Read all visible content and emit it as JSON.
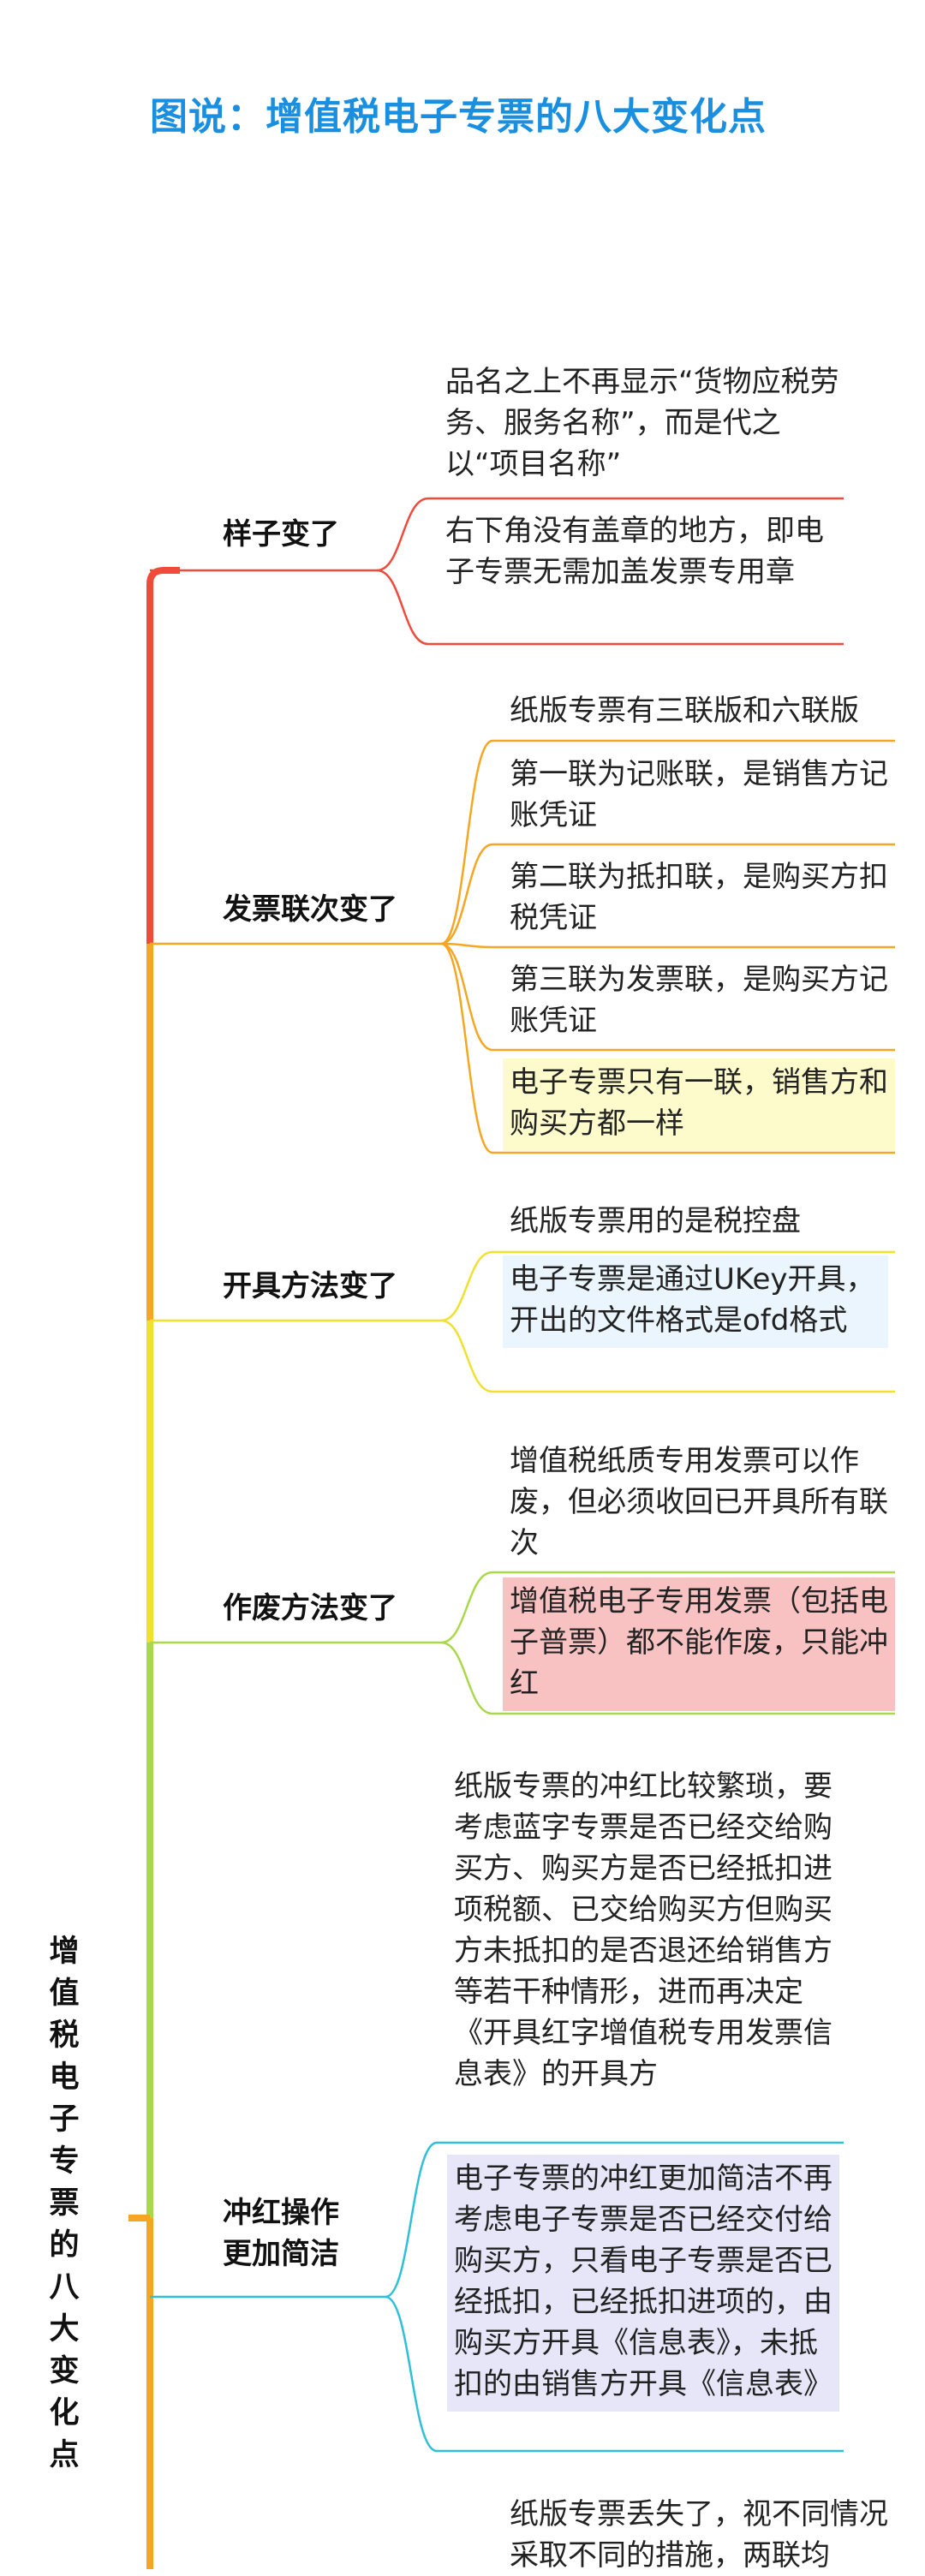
{
  "title": "图说：增值税电子专票的八大变化点",
  "root": "增值税电子专票的八大变化点",
  "branches": [
    {
      "label": "样子变了",
      "color": "#f04a3a",
      "leaves": [
        "品名之上不再显示“货物应税劳务、服务名称”，而是代之以“项目名称”",
        "右下角没有盖章的地方，即电子专票无需加盖发票专用章"
      ]
    },
    {
      "label": "发票联次变了",
      "color": "#f5a623",
      "leaves": [
        "纸版专票有三联版和六联版",
        "第一联为记账联，是销售方记账凭证",
        "第二联为抵扣联，是购买方扣税凭证",
        "第三联为发票联，是购买方记账凭证",
        "电子专票只有一联，销售方和购买方都一样"
      ]
    },
    {
      "label": "开具方法变了",
      "color": "#f0e030",
      "leaves": [
        "纸版专票用的是税控盘",
        "电子专票是通过UKey开具，开出的文件格式是ofd格式"
      ]
    },
    {
      "label": "作废方法变了",
      "color": "#a9d84a",
      "leaves": [
        "增值税纸质专用发票可以作废，但必须收回已开具所有联次",
        "增值税电子专用发票（包括电子普票）都不能作废，只能冲红"
      ]
    },
    {
      "label": "冲红操作更加简洁",
      "label_lines": [
        "冲红操作",
        "更加简洁"
      ],
      "color": "#2fc0d8",
      "leaves": [
        "纸版专票的冲红比较繁琐，要考虑蓝字专票是否已经交给购买方、购买方是否已经抵扣进项税额、已交给购买方但购买方未抵扣的是否退还给销售方等若干种情形，进而再决定《开具红字增值税专用发票信息表》的开具方",
        "电子专票的冲红更加简洁不再考虑电子专票是否已经交付给购买方，只看电子专票是否已经抵扣，已经抵扣进项的，由购买方开具《信息表》，未抵扣的由销售方开具《信息表》"
      ]
    }
  ],
  "next_leaf": "纸版专票丢失了，视不同情况采取不同的措施，两联均"
}
